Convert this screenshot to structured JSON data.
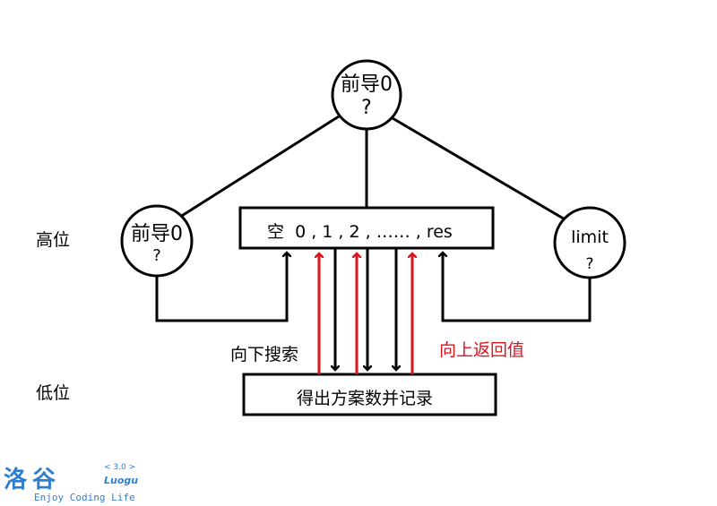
{
  "nodes": {
    "root": {
      "line1": "前导0",
      "line2": "?"
    },
    "left": {
      "line1": "前导0",
      "line2": "?"
    },
    "right": {
      "line1": "limit",
      "line2": "?"
    }
  },
  "boxes": {
    "options": "空  0 , 1 , 2 , …… , res",
    "result": "得出方案数并记录"
  },
  "labels": {
    "high": "高位",
    "low": "低位",
    "down_search": "向下搜索",
    "up_return": "向上返回值"
  },
  "logo": {
    "mark": "洛谷",
    "latin": "Luogu",
    "version": "< 3.0 >",
    "tagline": "Enjoy Coding Life"
  },
  "colors": {
    "line": "#000000",
    "return_arrow": "#e0121c",
    "logo": "#2f7fd0"
  }
}
